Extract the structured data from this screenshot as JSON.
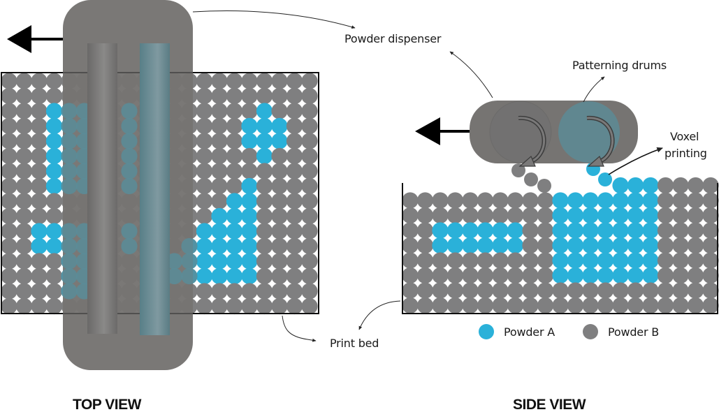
{
  "colors": {
    "powder_a": "#2ab1d9",
    "powder_b": "#7f7f80",
    "dispenser": "#767472",
    "drum_grey": "#727171",
    "drum_blue": "#5f8891",
    "covered_blue": "#5b8d99",
    "outline": "#111111"
  },
  "labels": {
    "powder_dispenser": "Powder dispenser",
    "patterning_drums": "Patterning drums",
    "voxel_printing_line1": "Voxel",
    "voxel_printing_line2": "printing",
    "print_bed": "Print bed"
  },
  "legend": [
    {
      "label": "Powder A",
      "color_key": "powder_a"
    },
    {
      "label": "Powder B",
      "color_key": "powder_b"
    }
  ],
  "views": {
    "top": {
      "title": "TOP VIEW",
      "grid": {
        "cols": 21,
        "rows": 16
      },
      "direction": "left",
      "powder_a_cells": [
        [
          2,
          3
        ],
        [
          3,
          3
        ],
        [
          4,
          3
        ],
        [
          5,
          3
        ],
        [
          6,
          3
        ],
        [
          7,
          3
        ],
        [
          2,
          4
        ],
        [
          3,
          4
        ],
        [
          4,
          4
        ],
        [
          5,
          4
        ],
        [
          6,
          4
        ],
        [
          7,
          4
        ],
        [
          2,
          5
        ],
        [
          3,
          5
        ],
        [
          4,
          5
        ],
        [
          5,
          5
        ],
        [
          6,
          5
        ],
        [
          7,
          5
        ],
        [
          2,
          8
        ],
        [
          3,
          8
        ],
        [
          4,
          8
        ],
        [
          5,
          8
        ],
        [
          6,
          8
        ],
        [
          7,
          8
        ],
        [
          10,
          2
        ],
        [
          10,
          3
        ],
        [
          11,
          2
        ],
        [
          11,
          3
        ],
        [
          10,
          4
        ],
        [
          11,
          4
        ],
        [
          12,
          4
        ],
        [
          13,
          4
        ],
        [
          14,
          4
        ],
        [
          10,
          5
        ],
        [
          11,
          5
        ],
        [
          12,
          5
        ],
        [
          13,
          5
        ],
        [
          14,
          5
        ],
        [
          10,
          8
        ],
        [
          11,
          8
        ],
        [
          2,
          17
        ],
        [
          3,
          16
        ],
        [
          3,
          17
        ],
        [
          3,
          18
        ],
        [
          4,
          16
        ],
        [
          4,
          17
        ],
        [
          4,
          18
        ],
        [
          5,
          17
        ],
        [
          7,
          16
        ],
        [
          8,
          15
        ],
        [
          8,
          16
        ],
        [
          9,
          14
        ],
        [
          9,
          15
        ],
        [
          9,
          16
        ],
        [
          10,
          13
        ],
        [
          10,
          14
        ],
        [
          10,
          15
        ],
        [
          10,
          16
        ],
        [
          11,
          12
        ],
        [
          11,
          13
        ],
        [
          11,
          14
        ],
        [
          11,
          15
        ],
        [
          11,
          16
        ],
        [
          12,
          11
        ],
        [
          12,
          12
        ],
        [
          12,
          13
        ],
        [
          12,
          14
        ],
        [
          12,
          15
        ],
        [
          12,
          16
        ],
        [
          13,
          11
        ],
        [
          13,
          12
        ],
        [
          13,
          13
        ],
        [
          13,
          14
        ],
        [
          13,
          15
        ],
        [
          13,
          16
        ]
      ]
    },
    "side": {
      "title": "SIDE VIEW",
      "grid": {
        "cols": 21,
        "rows": 8
      },
      "direction": "left",
      "top_partial_row": {
        "blue_cols": [
          14,
          15,
          16
        ],
        "grey_cols": [
          17,
          18,
          19,
          20
        ]
      },
      "powder_a_cells": [
        [
          0,
          10
        ],
        [
          0,
          11
        ],
        [
          0,
          12
        ],
        [
          0,
          13
        ],
        [
          0,
          14
        ],
        [
          0,
          15
        ],
        [
          0,
          16
        ],
        [
          1,
          10
        ],
        [
          1,
          11
        ],
        [
          1,
          12
        ],
        [
          1,
          13
        ],
        [
          1,
          14
        ],
        [
          1,
          15
        ],
        [
          1,
          16
        ],
        [
          2,
          2
        ],
        [
          2,
          3
        ],
        [
          2,
          4
        ],
        [
          2,
          5
        ],
        [
          2,
          6
        ],
        [
          2,
          7
        ],
        [
          2,
          10
        ],
        [
          2,
          11
        ],
        [
          2,
          12
        ],
        [
          2,
          13
        ],
        [
          2,
          14
        ],
        [
          2,
          15
        ],
        [
          2,
          16
        ],
        [
          3,
          2
        ],
        [
          3,
          3
        ],
        [
          3,
          4
        ],
        [
          3,
          5
        ],
        [
          3,
          6
        ],
        [
          3,
          7
        ],
        [
          3,
          10
        ],
        [
          3,
          11
        ],
        [
          3,
          12
        ],
        [
          3,
          13
        ],
        [
          3,
          14
        ],
        [
          3,
          15
        ],
        [
          3,
          16
        ],
        [
          4,
          10
        ],
        [
          4,
          11
        ],
        [
          4,
          12
        ],
        [
          4,
          13
        ],
        [
          4,
          14
        ],
        [
          4,
          15
        ],
        [
          4,
          16
        ],
        [
          5,
          10
        ],
        [
          5,
          11
        ],
        [
          5,
          12
        ],
        [
          5,
          13
        ],
        [
          5,
          14
        ],
        [
          5,
          15
        ],
        [
          5,
          16
        ]
      ]
    }
  }
}
